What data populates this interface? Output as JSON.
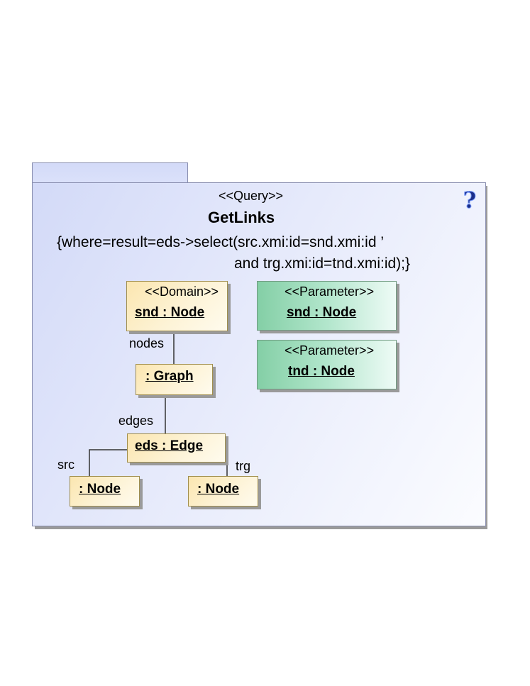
{
  "package": {
    "stereotype": "<<Query>>",
    "name": "GetLinks",
    "condition_line1": "{where=result=eds->select(src.xmi:id=snd.xmi:id ’",
    "condition_line2": "and trg.xmi:id=tnd.xmi:id);}"
  },
  "objects": {
    "snd_domain": {
      "stereotype": "<<Domain>>",
      "label": "snd : Node"
    },
    "graph": {
      "label": ": Graph"
    },
    "eds": {
      "label": "eds : Edge"
    },
    "src_node": {
      "label": ": Node"
    },
    "trg_node": {
      "label": ": Node"
    },
    "snd_param": {
      "stereotype": "<<Parameter>>",
      "label": "snd : Node"
    },
    "tnd_param": {
      "stereotype": "<<Parameter>>",
      "label": "tnd : Node"
    }
  },
  "links": {
    "nodes": "nodes",
    "edges": "edges",
    "src": "src",
    "trg": "trg"
  },
  "colors": {
    "package_fill": "#d3daf8",
    "object_fill": "#fbe6b0",
    "parameter_fill": "#84cfa6",
    "help_icon": "#2a4bc8"
  },
  "icons": {
    "help": "help-icon"
  }
}
